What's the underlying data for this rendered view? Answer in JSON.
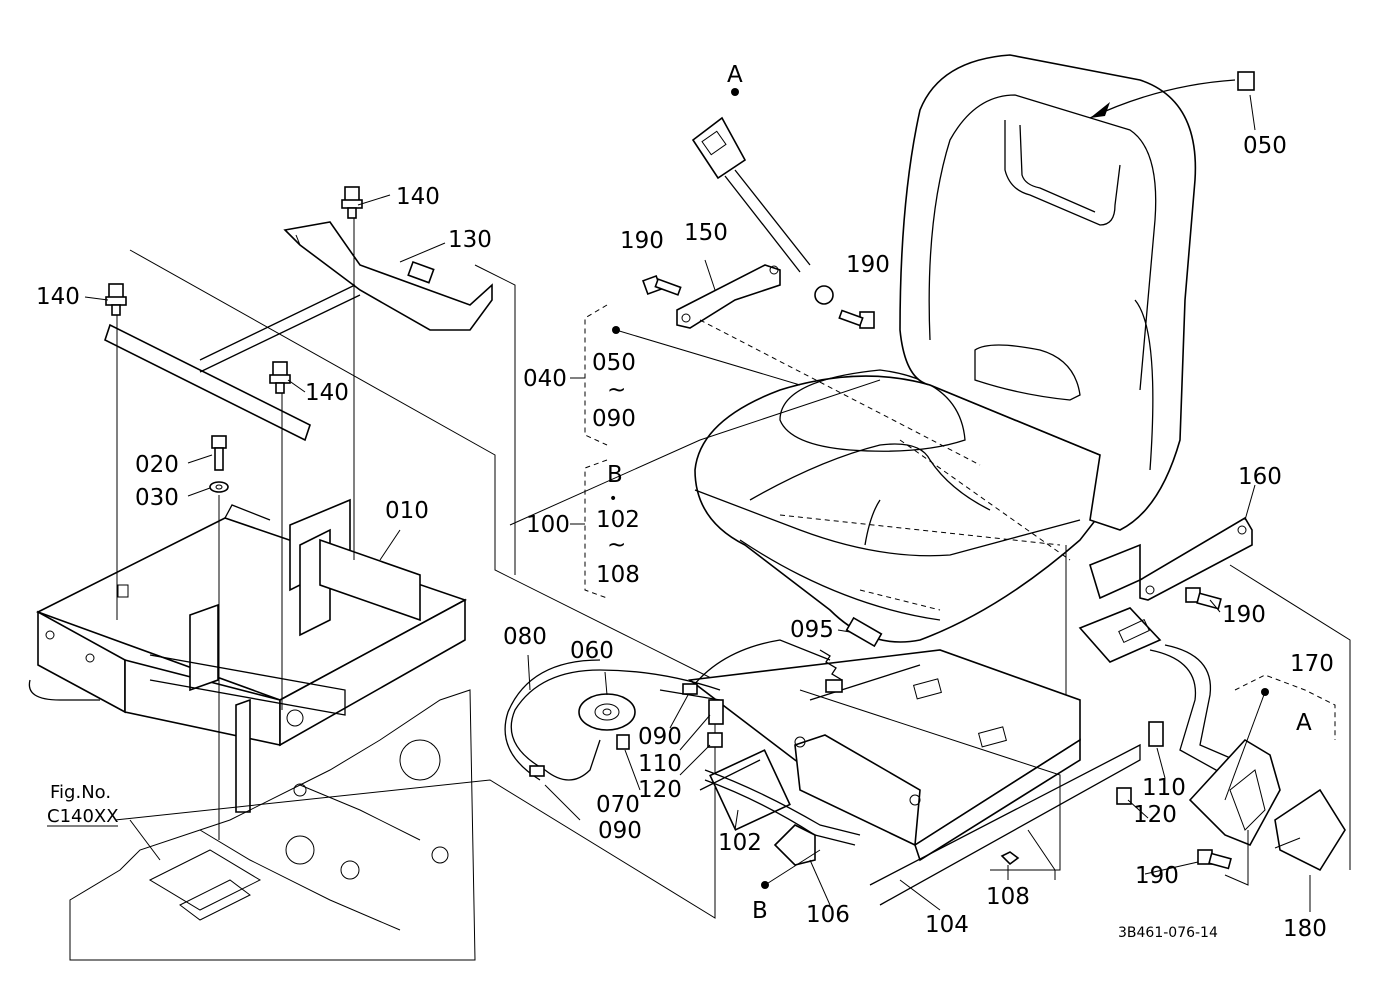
{
  "labels": {
    "l140a": "140",
    "l130": "130",
    "l140b": "140",
    "l140c": "140",
    "l020": "020",
    "l030": "030",
    "l010": "010",
    "figno": "Fig.No.",
    "figcode": "C140XX",
    "lA1": "A",
    "l050a": "050",
    "l190a": "190",
    "l150": "150",
    "l190b": "190",
    "l040": "040",
    "l050b": "050",
    "ltilde1": "~",
    "l090a": "090",
    "l100": "100",
    "lB1": "B",
    "lbullet": "•",
    "l102a": "102",
    "ltilde2": "~",
    "l108a": "108",
    "l160": "160",
    "l190c": "190",
    "l080": "080",
    "l060": "060",
    "l095": "095",
    "l090b": "090",
    "l110a": "110",
    "l120a": "120",
    "l070": "070",
    "l090c": "090",
    "l170": "170",
    "lA2": "A",
    "l110b": "110",
    "l120b": "120",
    "l102b": "102",
    "lB2": "B",
    "l106": "106",
    "l104": "104",
    "l108b": "108",
    "l190d": "190",
    "l180": "180",
    "drawing_no": "3B461-076-14"
  }
}
